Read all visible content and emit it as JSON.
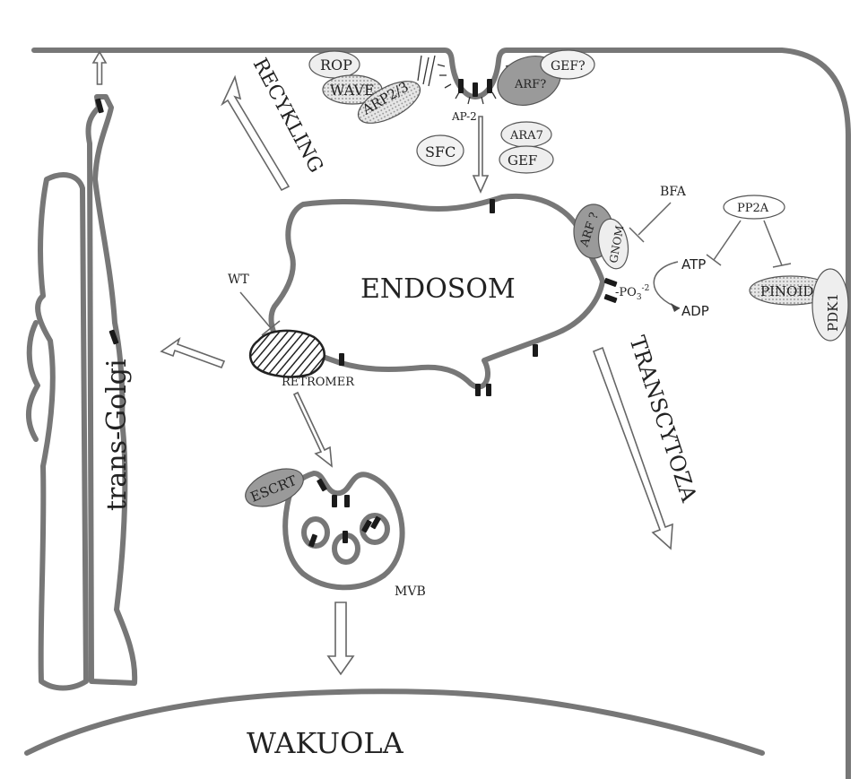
{
  "labels": {
    "endosom": "ENDOSOM",
    "wakuola": "WAKUOLA",
    "trans_golgi": "trans-Golgi",
    "recykling": "RECYKLING",
    "transcytoza": "TRANSCYTOZA",
    "retromer": "RETROMER",
    "mvb": "MVB",
    "escrt": "ESCRT",
    "wt": "WT",
    "ap2": "AP-2",
    "sfc": "SFC",
    "ara7": "ARA7",
    "gef": "GEF",
    "gef_q": "GEF?",
    "arf_q": "ARF?",
    "rop": "ROP",
    "wave": "WAVE",
    "arp23": "ARP2/3",
    "arf_gnom": "ARF ?",
    "gnom": "GNOM",
    "bfa": "BFA",
    "pp2a": "PP2A",
    "atp": "ATP",
    "adp": "ADP",
    "po3": "-PO",
    "po3_sub": "3",
    "po3_sup": "-2",
    "pinoid": "PINOID",
    "pdk1": "PDK1"
  },
  "colors": {
    "membrane": "#777777",
    "cargo_marker": "#1a1a1a",
    "light_protein": "#eeeeee",
    "dark_protein": "#9a9a9a",
    "dotted_protein": "#cfcfcf"
  }
}
